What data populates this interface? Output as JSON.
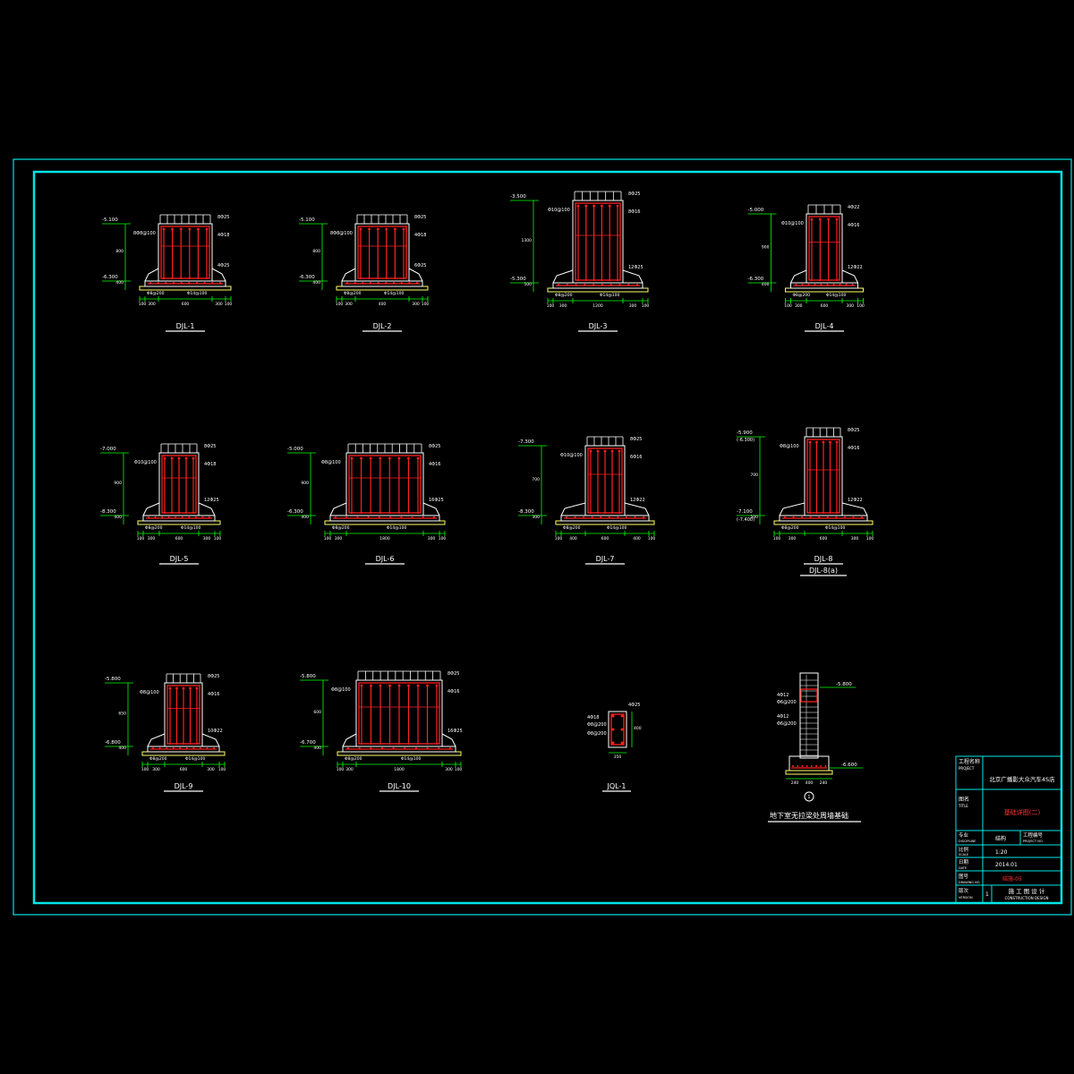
{
  "colors": {
    "frame": "#00e5e5",
    "concrete": "#ffffff",
    "rebar": "#ff2020",
    "dim": "#00ff00",
    "soil": "#ffff66",
    "text": "#ffffff",
    "red_text": "#ff3030"
  },
  "sections": [
    {
      "label": "DJL-1",
      "top_level": "-5.100",
      "bot_level": "-6.300",
      "dims": [
        "100",
        "300",
        "600",
        "300",
        "100"
      ],
      "h_dims": [
        "800",
        "400"
      ],
      "bars": [
        "8Φ25",
        "4Φ18",
        "8Φ8@100",
        "4Φ25",
        "Φ8@200",
        "Φ14@100"
      ]
    },
    {
      "label": "DJL-2",
      "top_level": "-5.100",
      "bot_level": "-6.300",
      "dims": [
        "100",
        "300",
        "400",
        "300",
        "100"
      ],
      "h_dims": [
        "800",
        "400"
      ],
      "bars": [
        "8Φ25",
        "4Φ18",
        "8Φ8@100",
        "6Φ25",
        "Φ8@200",
        "Φ14@100"
      ]
    },
    {
      "label": "DJL-3",
      "top_level": "-3.500",
      "bot_level": "-5.300",
      "dims": [
        "100",
        "300",
        "1200",
        "300",
        "100"
      ],
      "h_dims": [
        "1300",
        "500"
      ],
      "bars": [
        "8Φ25",
        "8Φ16",
        "Φ10@100",
        "12Φ25",
        "Φ8@200",
        "Φ14@100"
      ]
    },
    {
      "label": "DJL-4",
      "top_level": "-5.000",
      "bot_level": "-6.300",
      "dims": [
        "100",
        "300",
        "600",
        "300",
        "100"
      ],
      "h_dims": [
        "900",
        "400"
      ],
      "bars": [
        "4Φ22",
        "4Φ16",
        "Φ10@100",
        "12Φ22",
        "Φ8@200",
        "Φ14@100"
      ]
    },
    {
      "label": "DJL-5",
      "top_level": "-7.000",
      "bot_level": "-8.300",
      "dims": [
        "100",
        "300",
        "600",
        "300",
        "100"
      ],
      "h_dims": [
        "900",
        "400"
      ],
      "bars": [
        "8Φ25",
        "4Φ18",
        "Φ10@100",
        "12Φ25",
        "Φ8@200",
        "Φ14@100"
      ]
    },
    {
      "label": "DJL-6",
      "top_level": "-5.000",
      "bot_level": "-6.300",
      "dims": [
        "100",
        "300",
        "1800",
        "300",
        "100"
      ],
      "h_dims": [
        "900",
        "400"
      ],
      "bars": [
        "8Φ25",
        "4Φ16",
        "Φ8@100",
        "16Φ25",
        "Φ8@200",
        "Φ14@100"
      ]
    },
    {
      "label": "DJL-7",
      "top_level": "-7.300",
      "bot_level": "-8.300",
      "dims": [
        "100",
        "400",
        "600",
        "400",
        "100"
      ],
      "h_dims": [
        "700",
        "300"
      ],
      "bars": [
        "8Φ25",
        "6Φ16",
        "Φ10@100",
        "12Φ22",
        "Φ8@200",
        "Φ14@100"
      ]
    },
    {
      "label": "DJL-8",
      "top_level": "-5.900",
      "top_level2": "(-6.300)",
      "bot_level": "-7.100",
      "bot_level2": "(-7.400)",
      "dims": [
        "100",
        "300",
        "600",
        "300",
        "100"
      ],
      "h_dims": [
        "700",
        "500"
      ],
      "bars": [
        "8Φ25",
        "4Φ16",
        "Φ8@100",
        "12Φ22",
        "Φ8@200",
        "Φ14@100"
      ]
    },
    {
      "label": "DJL-9",
      "top_level": "-5.800",
      "bot_level": "-6.800",
      "dims": [
        "100",
        "300",
        "600",
        "300",
        "100"
      ],
      "h_dims": [
        "650",
        "400"
      ],
      "bars": [
        "8Φ25",
        "4Φ16",
        "Φ8@100",
        "10Φ22",
        "Φ8@200",
        "Φ14@100"
      ]
    },
    {
      "label": "DJL-10",
      "top_level": "-5.800",
      "bot_level": "-6.700",
      "dims": [
        "100",
        "300",
        "1800",
        "300",
        "100"
      ],
      "h_dims": [
        "600",
        "400"
      ],
      "bars": [
        "8Φ25",
        "4Φ16",
        "Φ8@100",
        "16Φ25",
        "Φ8@200",
        "Φ14@100"
      ]
    }
  ],
  "jql": {
    "label": "JQL-1",
    "width": "350",
    "height": "400",
    "bars": [
      "4Φ25",
      "4Φ18",
      "Φ8@200",
      "Φ8@200"
    ]
  },
  "wall": {
    "label": "地下室无拉梁处周墙基础",
    "top_level": "-5.800",
    "bot_level": "-6.600",
    "marker": "1",
    "bars": [
      "4Φ12",
      "Φ6@200",
      "4Φ12",
      "Φ6@200"
    ],
    "dims": [
      "240",
      "400",
      "240"
    ]
  },
  "djl8_alt": "DJL-8(a)",
  "title_block": {
    "project_label": "工程名称",
    "project_label_en": "PROJECT",
    "project_name": "北京广播影大众汽车4S店",
    "title_label": "图名",
    "title_label_en": "TITLE",
    "drawing_title": "基础详图(二)",
    "discipline_label": "专业",
    "discipline_label_en": "DISCIPLINE",
    "discipline": "结构",
    "project_no_label": "工程编号",
    "project_no_label_en": "PROJECT NO.",
    "scale_label": "比例",
    "scale_label_en": "SCALE",
    "scale": "1:20",
    "date_label": "日期",
    "date_label_en": "DATE",
    "date": "2014.01",
    "drawing_no_label": "图号",
    "drawing_no_label_en": "DRAWING NO.",
    "drawing_no": "结施-05",
    "version_label": "版次",
    "version_label_en": "VERSION",
    "version": "1",
    "stage": "施 工 图 设 计",
    "stage_en": "CONSTRUCTION DESIGN"
  }
}
